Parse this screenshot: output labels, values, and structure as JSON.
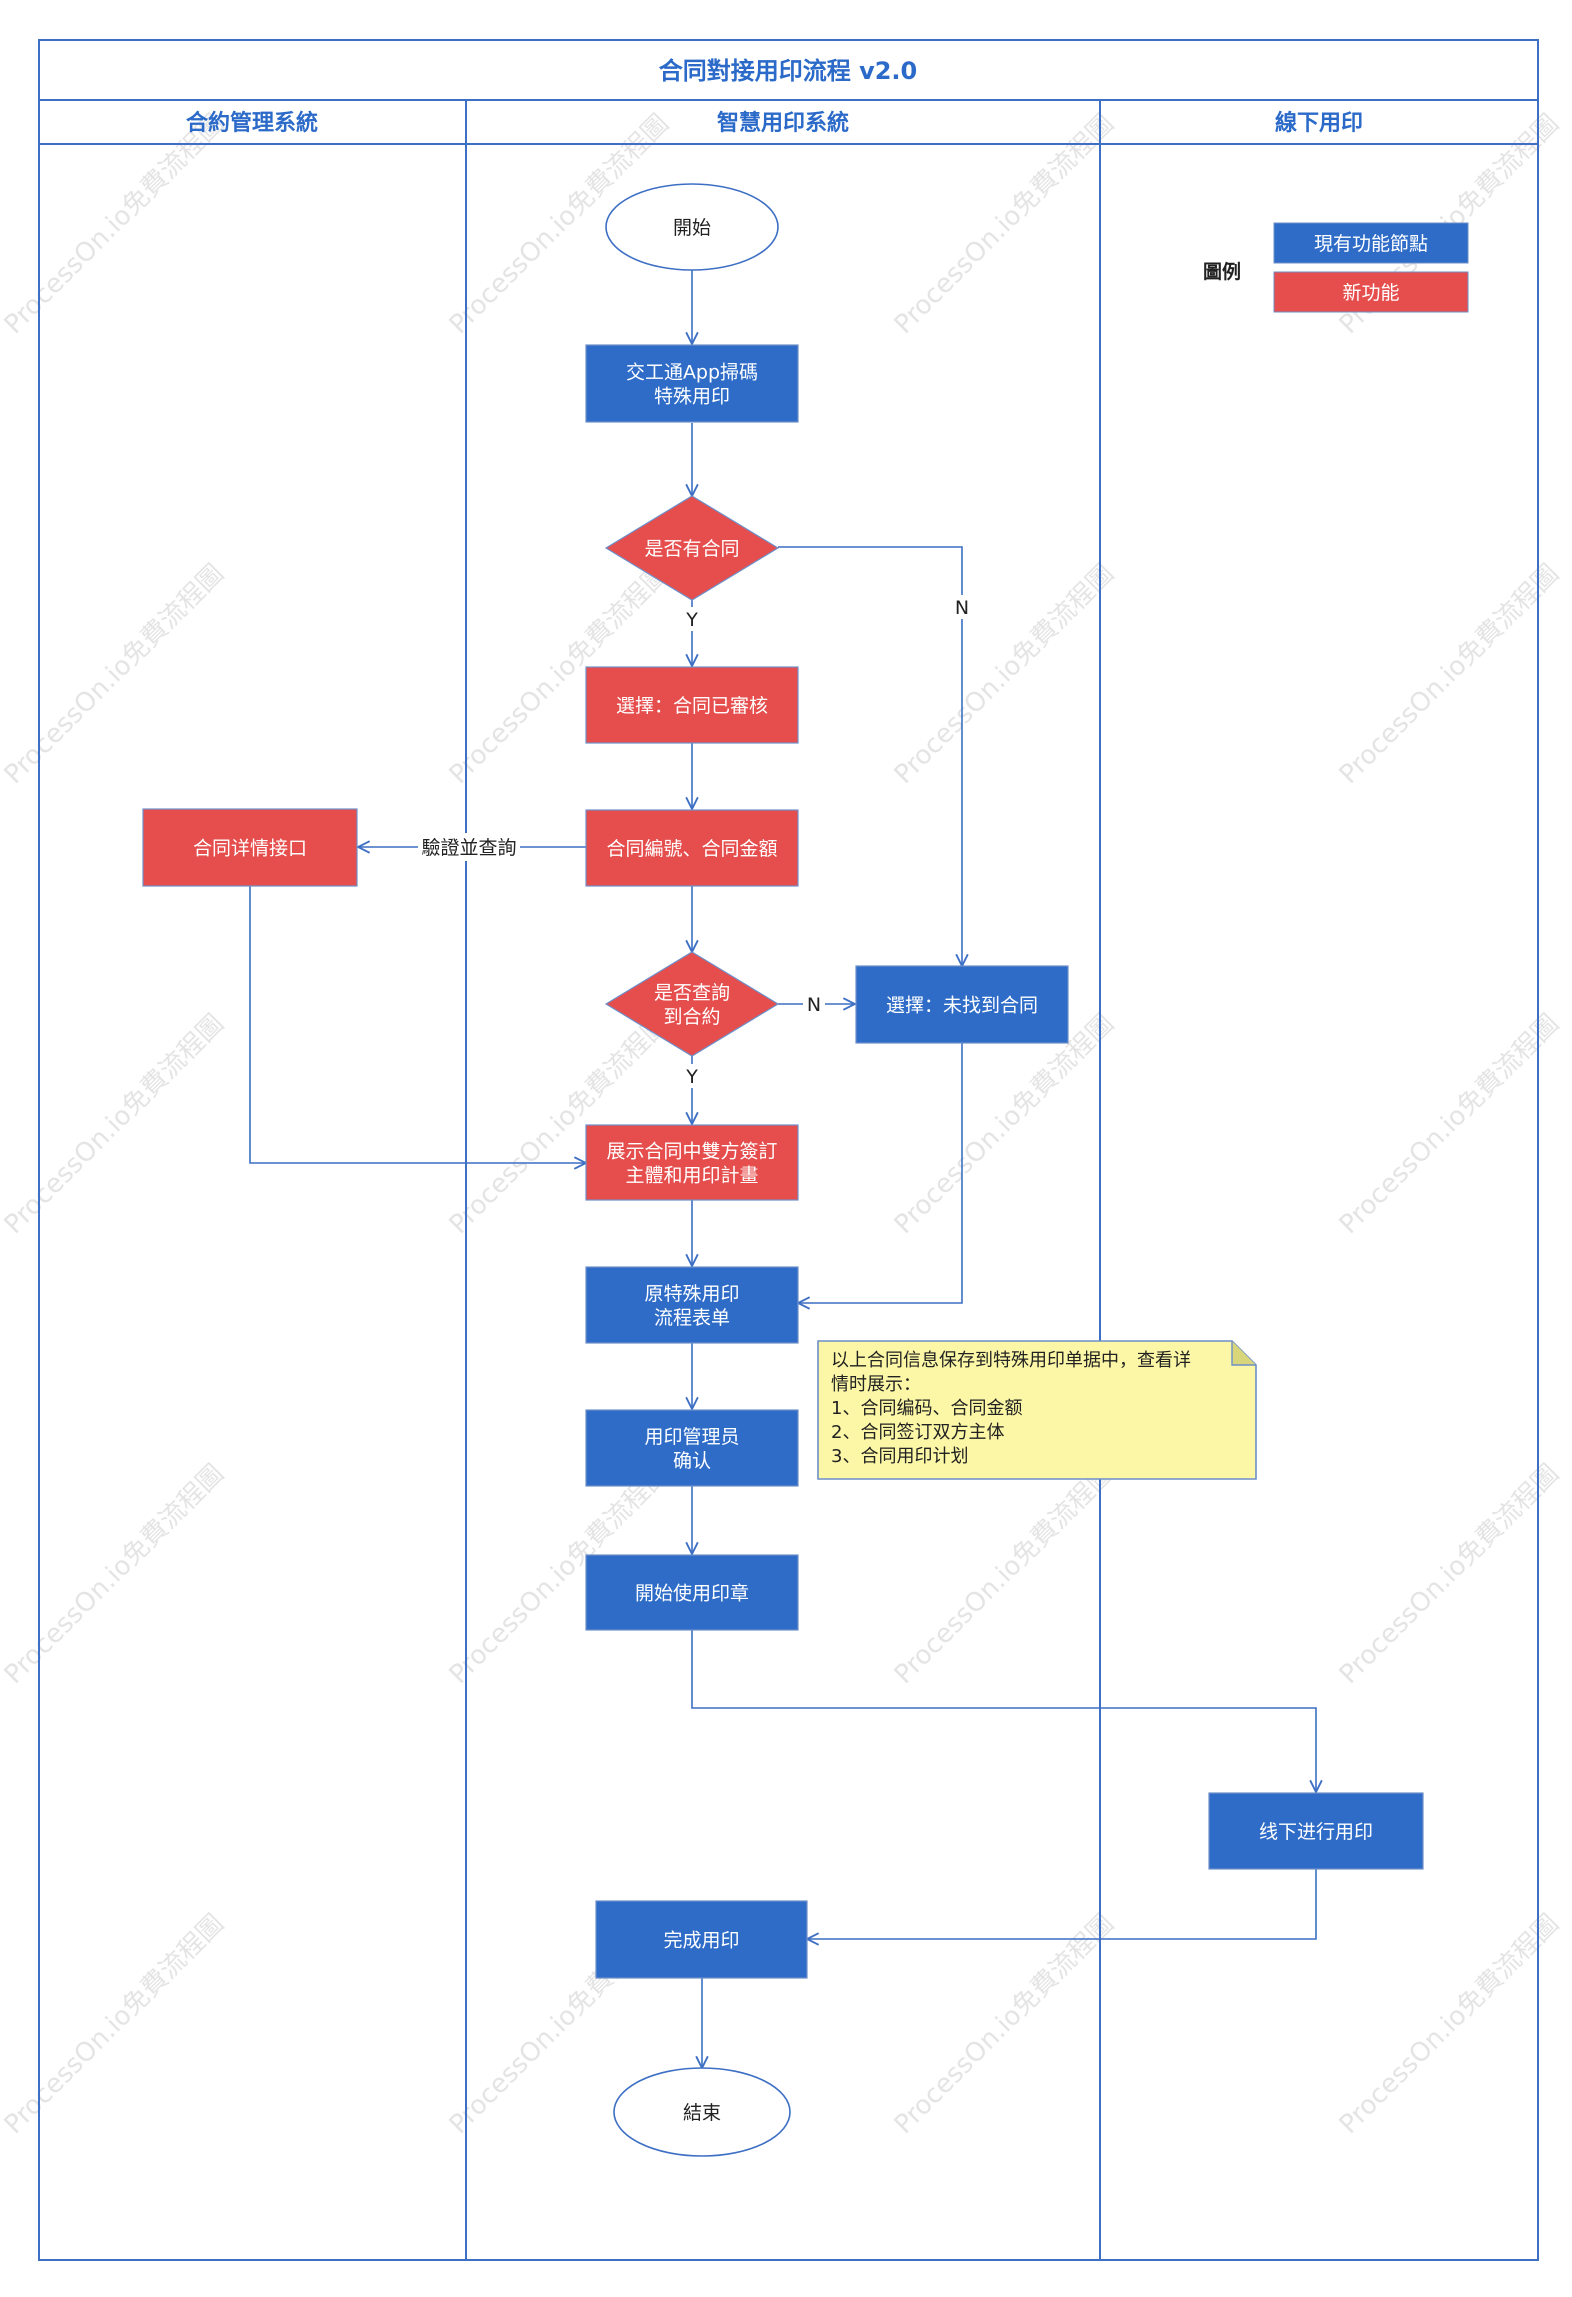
{
  "title": "合同對接用印流程 v2.0",
  "lanes": [
    {
      "id": "lane-contract",
      "title": "合約管理系統"
    },
    {
      "id": "lane-smart",
      "title": "智慧用印系統"
    },
    {
      "id": "lane-offline",
      "title": "線下用印"
    }
  ],
  "colors": {
    "existing": "#2e6cc8",
    "new": "#e64d4d",
    "line": "#3d6fc4",
    "note_fill": "#fbf7a6",
    "note_border": "#6d8fc9"
  },
  "legend": {
    "title": "圖例",
    "existing": "現有功能節點",
    "new": "新功能"
  },
  "nodes": {
    "start": {
      "lines": [
        "開始"
      ]
    },
    "scan": {
      "lines": [
        "交工通App掃碼",
        "特殊用印"
      ]
    },
    "has_contract": {
      "lines": [
        "是否有合同"
      ]
    },
    "select_reviewed": {
      "lines": [
        "選擇：合同已審核"
      ]
    },
    "contract_no": {
      "lines": [
        "合同編號、合同金額"
      ]
    },
    "detail_api": {
      "lines": [
        "合同详情接口"
      ]
    },
    "found": {
      "lines": [
        "是否查詢",
        "到合約"
      ]
    },
    "not_found": {
      "lines": [
        "選擇：未找到合同"
      ]
    },
    "show": {
      "lines": [
        "展示合同中雙方簽訂",
        "主體和用印計畫"
      ]
    },
    "form": {
      "lines": [
        "原特殊用印",
        "流程表单"
      ]
    },
    "confirm": {
      "lines": [
        "用印管理员",
        "确认"
      ]
    },
    "use_seal": {
      "lines": [
        "開始使用印章"
      ]
    },
    "offline": {
      "lines": [
        "线下进行用印"
      ]
    },
    "done": {
      "lines": [
        "完成用印"
      ]
    },
    "end": {
      "lines": [
        "結束"
      ]
    }
  },
  "edge_labels": {
    "verify": "驗證並查詢",
    "y1": "Y",
    "n1": "N",
    "y2": "Y",
    "n2": "N"
  },
  "note": {
    "lines": [
      "以上合同信息保存到特殊用印单据中，查看详",
      "情时展示：",
      "1、合同编码、合同金额",
      "2、合同签订双方主体",
      "3、合同用印计划"
    ]
  },
  "watermark": "ProcessOn.io免費流程圖"
}
